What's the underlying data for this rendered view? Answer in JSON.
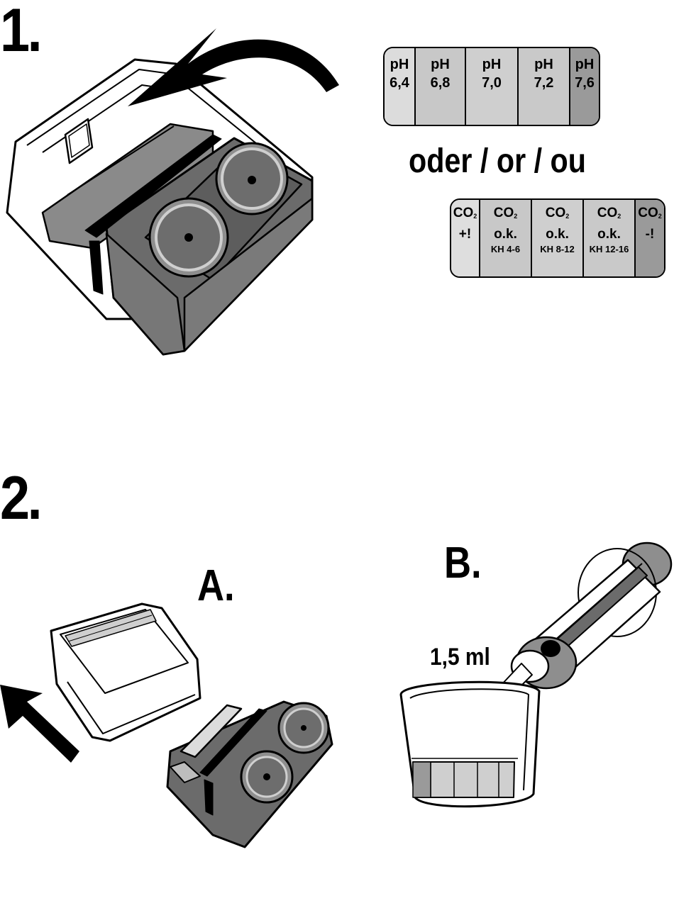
{
  "step1": {
    "number": "1."
  },
  "step2": {
    "number": "2.",
    "sub_a": "A.",
    "sub_b": "B."
  },
  "ph_scale": {
    "cells": [
      {
        "top": "pH",
        "value": "6,4",
        "shade": "#dcdcdc"
      },
      {
        "top": "pH",
        "value": "6,8",
        "shade": "#c8c8c8"
      },
      {
        "top": "pH",
        "value": "7,0",
        "shade": "#cfcfcf"
      },
      {
        "top": "pH",
        "value": "7,2",
        "shade": "#c9c9c9"
      },
      {
        "top": "pH",
        "value": "7,6",
        "shade": "#9a9a9a"
      }
    ]
  },
  "separator_text": "oder / or / ou",
  "co2_scale": {
    "cells": [
      {
        "top": "CO",
        "sub": "2",
        "mid": "+!",
        "kh": "",
        "shade": "#dedede"
      },
      {
        "top": "CO",
        "sub": "2",
        "mid": "o.k.",
        "kh": "KH 4-6",
        "shade": "#c8c8c8"
      },
      {
        "top": "CO",
        "sub": "2",
        "mid": "o.k.",
        "kh": "KH 8-12",
        "shade": "#cfcfcf"
      },
      {
        "top": "CO",
        "sub": "2",
        "mid": "o.k.",
        "kh": "KH 12-16",
        "shade": "#c9c9c9"
      },
      {
        "top": "CO",
        "sub": "2",
        "mid": "-!",
        "kh": "",
        "shade": "#9a9a9a"
      }
    ]
  },
  "volume_label": "1,5 ml",
  "colors": {
    "dark_body": "#6b6b6b",
    "mid_grey": "#8e8e8e",
    "light_grey": "#cfcfcf",
    "outline": "#000000"
  }
}
